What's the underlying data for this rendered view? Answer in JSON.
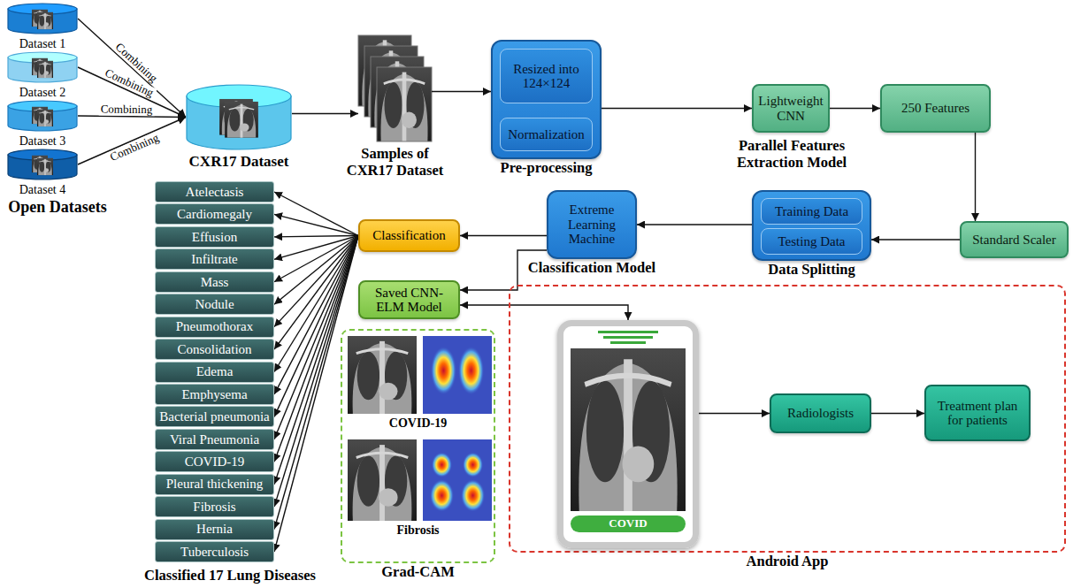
{
  "diagram": {
    "nodes": [
      {
        "text": [
          "Dataset 1"
        ]
      },
      {
        "text": [
          "Dataset 2"
        ]
      },
      {
        "text": [
          "Dataset 3"
        ]
      },
      {
        "text": [
          "Dataset 4"
        ]
      },
      {
        "text": [
          "CXR17 Dataset"
        ]
      },
      {
        "text": [
          "Samples of CXR17 Dataset"
        ]
      },
      {
        "text": [
          "Pre-processing"
        ]
      },
      {
        "text": [
          "Resized into 124×124"
        ],
        "in": 6
      },
      {
        "text": [
          "Normalization"
        ],
        "in": 6
      },
      {
        "text": [
          "Lightweight CNN"
        ]
      },
      {
        "text": [
          "250 Features"
        ]
      },
      {
        "text": [
          "Standard Scaler"
        ]
      },
      {
        "text": [
          "Data Splitting"
        ]
      },
      {
        "text": [
          "Training Data"
        ],
        "in": 12
      },
      {
        "text": [
          "Testing Data"
        ],
        "in": 12
      },
      {
        "text": [
          "Extreme Learning Machine",
          "Classification Model"
        ]
      },
      {
        "text": [
          "Classification"
        ]
      },
      {
        "text": [
          "Atelectasis"
        ]
      },
      {
        "text": [
          "Cardiomegaly"
        ]
      },
      {
        "text": [
          "Effusion"
        ]
      },
      {
        "text": [
          "Infiltrate"
        ]
      },
      {
        "text": [
          "Mass"
        ]
      },
      {
        "text": [
          "Nodule"
        ]
      },
      {
        "text": [
          "Pneumothorax"
        ]
      },
      {
        "text": [
          "Consolidation"
        ]
      },
      {
        "text": [
          "Edema"
        ]
      },
      {
        "text": [
          "Emphysema"
        ]
      },
      {
        "text": [
          "Bacterial pneumonia"
        ]
      },
      {
        "text": [
          "Viral Pneumonia"
        ]
      },
      {
        "text": [
          "COVID-19"
        ]
      },
      {
        "text": [
          "Pleural thickening"
        ]
      },
      {
        "text": [
          "Fibrosis"
        ]
      },
      {
        "text": [
          "Hernia"
        ]
      },
      {
        "text": [
          "Tuberculosis"
        ]
      },
      {
        "text": [
          "Saved CNN-ELM Model"
        ]
      },
      {
        "text": [
          "COVID-19",
          "Fibrosis",
          "Grad-CAM"
        ]
      },
      {
        "text": [
          "Android App"
        ]
      },
      {
        "text": [
          "COVID"
        ],
        "in": 36
      },
      {
        "text": [
          "Radiologists"
        ],
        "in": 36
      },
      {
        "text": [
          "Treatment plan for patients"
        ],
        "in": 36
      }
    ],
    "edges": [
      {
        "from": 0,
        "to": 4,
        "label": "Combining",
        "arrow": "to"
      },
      {
        "from": 1,
        "to": 4,
        "label": "Combining",
        "arrow": "to"
      },
      {
        "from": 2,
        "to": 4,
        "label": "Combining",
        "arrow": "to"
      },
      {
        "from": 3,
        "to": 4,
        "label": "Combining",
        "arrow": "to"
      },
      {
        "from": 4,
        "to": 5,
        "arrow": "to"
      },
      {
        "from": 5,
        "to": 6,
        "arrow": "to"
      },
      {
        "from": 6,
        "to": 9,
        "arrow": "to"
      },
      {
        "from": 9,
        "to": 10,
        "arrow": "to"
      },
      {
        "from": 10,
        "to": 11,
        "arrow": "to"
      },
      {
        "from": 11,
        "to": 12,
        "arrow": "to"
      },
      {
        "from": 12,
        "to": 15,
        "arrow": "to"
      },
      {
        "from": 15,
        "to": 16,
        "arrow": "to"
      },
      {
        "from": 16,
        "to": 17,
        "arrow": "to"
      },
      {
        "from": 16,
        "to": 18,
        "arrow": "to"
      },
      {
        "from": 16,
        "to": 19,
        "arrow": "to"
      },
      {
        "from": 16,
        "to": 20,
        "arrow": "to"
      },
      {
        "from": 16,
        "to": 21,
        "arrow": "to"
      },
      {
        "from": 16,
        "to": 22,
        "arrow": "to"
      },
      {
        "from": 16,
        "to": 23,
        "arrow": "to"
      },
      {
        "from": 16,
        "to": 24,
        "arrow": "to"
      },
      {
        "from": 16,
        "to": 25,
        "arrow": "to"
      },
      {
        "from": 16,
        "to": 26,
        "arrow": "to"
      },
      {
        "from": 16,
        "to": 27,
        "arrow": "to"
      },
      {
        "from": 16,
        "to": 28,
        "arrow": "to"
      },
      {
        "from": 16,
        "to": 29,
        "arrow": "to"
      },
      {
        "from": 16,
        "to": 30,
        "arrow": "to"
      },
      {
        "from": 16,
        "to": 31,
        "arrow": "to"
      },
      {
        "from": 16,
        "to": 32,
        "arrow": "to"
      },
      {
        "from": 16,
        "to": 33,
        "arrow": "to"
      },
      {
        "from": 15,
        "to": 34,
        "arrow": "to"
      },
      {
        "from": 34,
        "to": 37,
        "arrow": "both"
      },
      {
        "from": 37,
        "to": 38,
        "arrow": "to"
      },
      {
        "from": 38,
        "to": 39,
        "arrow": "to"
      }
    ],
    "labels": [
      "Open Datasets",
      "Parallel Features Extraction Model",
      "Classified 17 Lung Diseases"
    ]
  }
}
